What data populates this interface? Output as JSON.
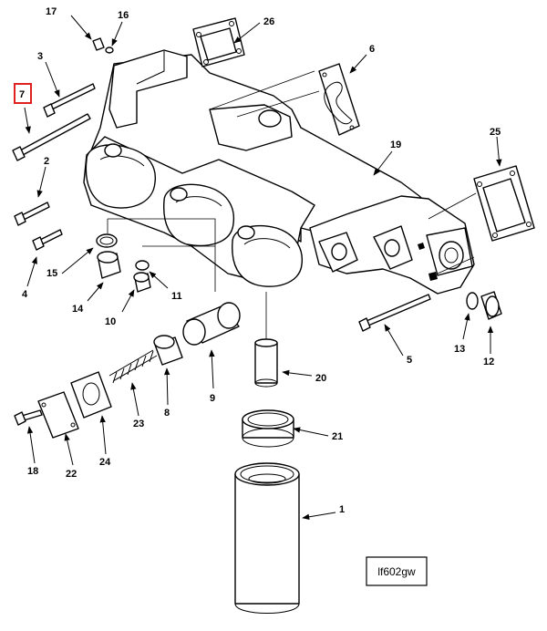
{
  "diagram": {
    "reference_code": "lf602gw",
    "highlighted_callout": "7",
    "callouts": {
      "c1": "1",
      "c2": "2",
      "c3": "3",
      "c4": "4",
      "c5": "5",
      "c6": "6",
      "c7": "7",
      "c8": "8",
      "c9": "9",
      "c10": "10",
      "c11": "11",
      "c12": "12",
      "c13": "13",
      "c14": "14",
      "c15": "15",
      "c16": "16",
      "c17": "17",
      "c18": "18",
      "c19": "19",
      "c20": "20",
      "c21": "21",
      "c22": "22",
      "c23": "23",
      "c24": "24",
      "c25": "25",
      "c26": "26"
    },
    "colors": {
      "highlight": "#e0201f",
      "ink": "#000000"
    }
  }
}
